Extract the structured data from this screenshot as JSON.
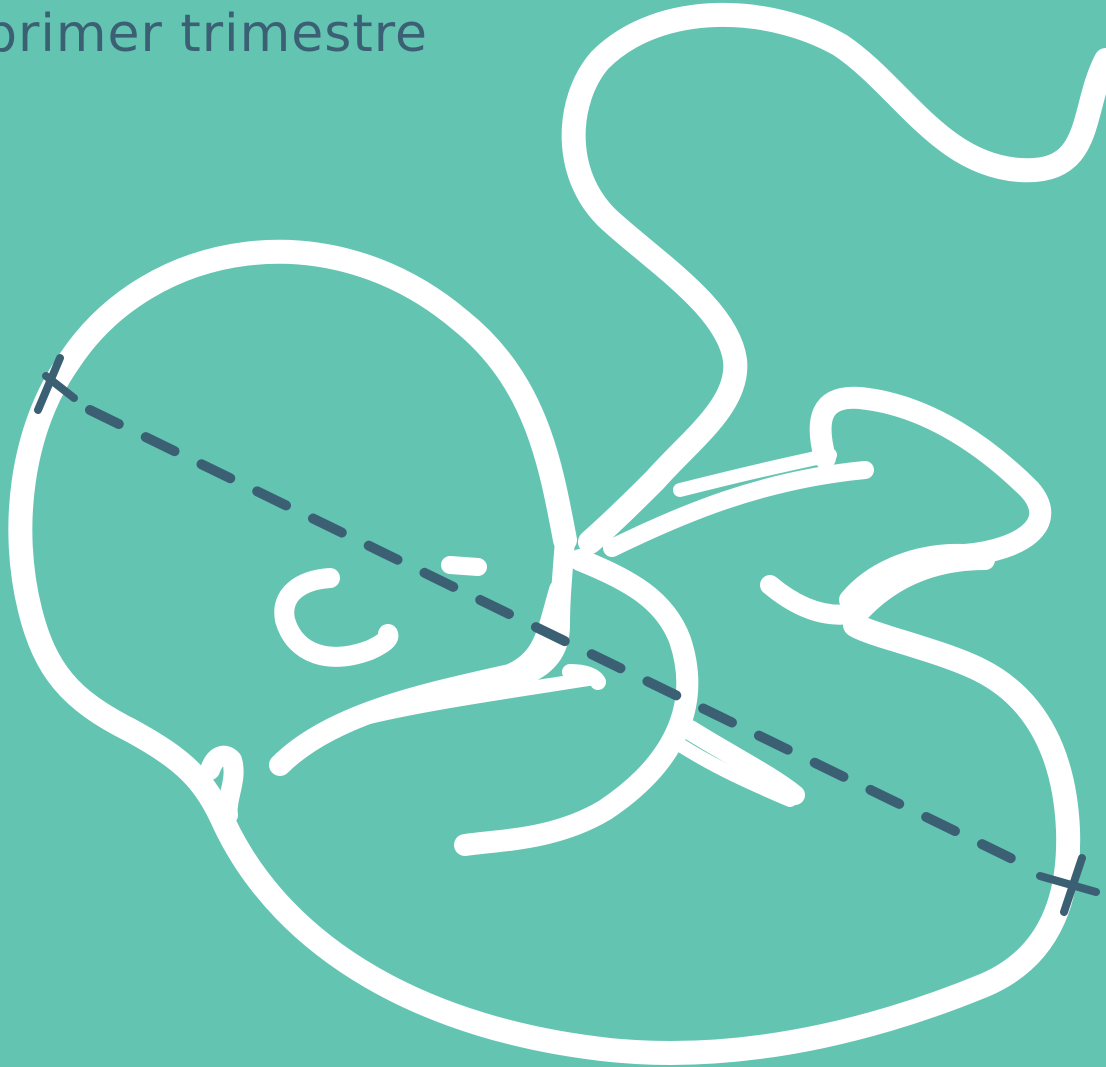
{
  "caption": {
    "text": "primer trimestre"
  },
  "colors": {
    "background": "#64c4b2",
    "outline": "#ffffff",
    "measure_line": "#3b6074"
  },
  "illustration": {
    "subject": "fetus-outline",
    "measurement": "crown-rump-length-dashed-line"
  }
}
